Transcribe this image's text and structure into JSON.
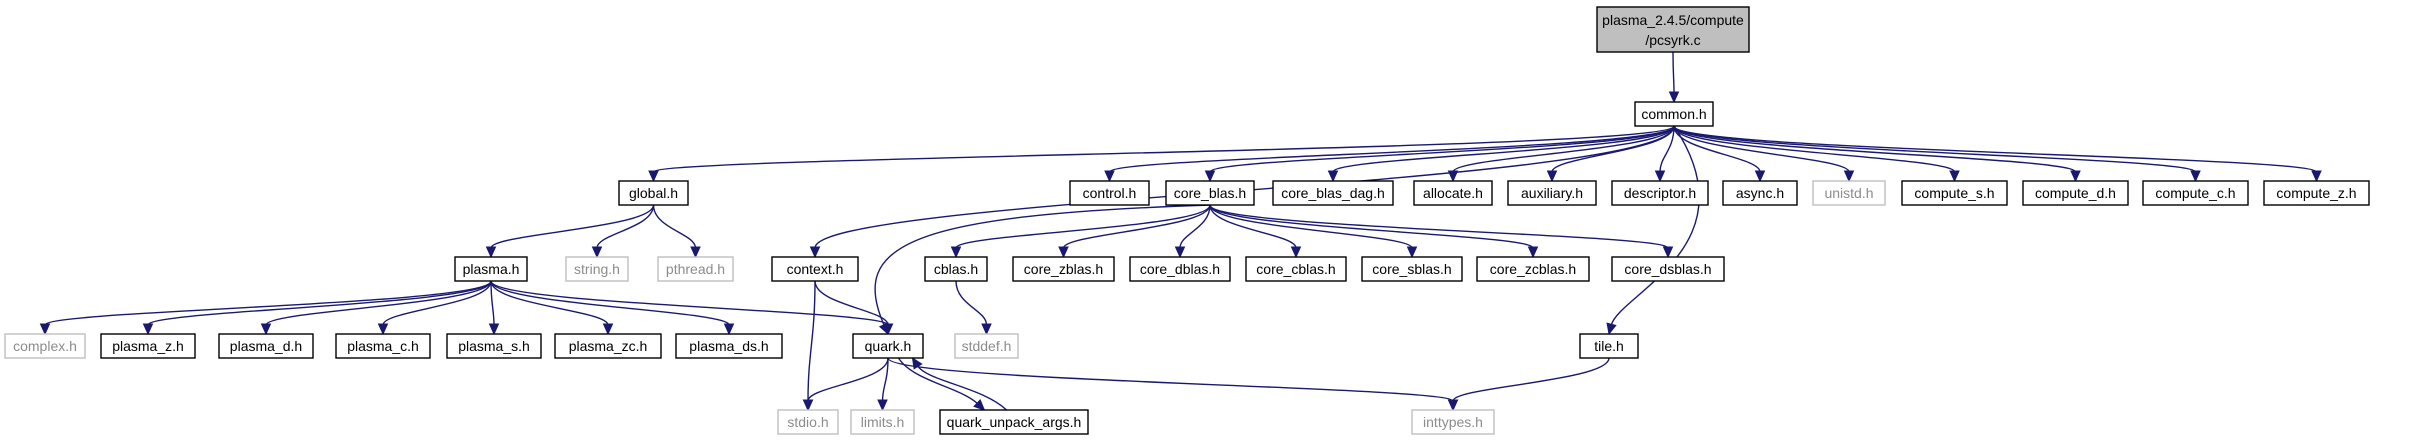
{
  "graph": {
    "root_label": [
      "plasma_2.4.5/compute",
      "/pcsyrk.c"
    ],
    "nodes": {
      "root": "plasma_2.4.5/compute/pcsyrk.c",
      "common": "common.h",
      "global": "global.h",
      "control": "control.h",
      "core_blas": "core_blas.h",
      "core_blas_dag": "core_blas_dag.h",
      "allocate": "allocate.h",
      "auxiliary": "auxiliary.h",
      "descriptor": "descriptor.h",
      "async": "async.h",
      "unistd": "unistd.h",
      "compute_s": "compute_s.h",
      "compute_d": "compute_d.h",
      "compute_c": "compute_c.h",
      "compute_z": "compute_z.h",
      "plasma": "plasma.h",
      "string": "string.h",
      "pthread": "pthread.h",
      "context": "context.h",
      "cblas": "cblas.h",
      "core_zblas": "core_zblas.h",
      "core_dblas": "core_dblas.h",
      "core_cblas": "core_cblas.h",
      "core_sblas": "core_sblas.h",
      "core_zcblas": "core_zcblas.h",
      "core_dsblas": "core_dsblas.h",
      "complex": "complex.h",
      "plasma_z": "plasma_z.h",
      "plasma_d": "plasma_d.h",
      "plasma_c": "plasma_c.h",
      "plasma_s": "plasma_s.h",
      "plasma_zc": "plasma_zc.h",
      "plasma_ds": "plasma_ds.h",
      "quark": "quark.h",
      "stddef": "stddef.h",
      "tile": "tile.h",
      "stdio": "stdio.h",
      "limits": "limits.h",
      "quark_unpack_args": "quark_unpack_args.h",
      "inttypes": "inttypes.h"
    },
    "system_headers": [
      "unistd",
      "string",
      "pthread",
      "stddef",
      "complex",
      "stdio",
      "limits",
      "inttypes"
    ],
    "edges": [
      [
        "root",
        "common"
      ],
      [
        "common",
        "global"
      ],
      [
        "common",
        "context"
      ],
      [
        "common",
        "control"
      ],
      [
        "common",
        "core_blas"
      ],
      [
        "common",
        "core_blas_dag"
      ],
      [
        "common",
        "allocate"
      ],
      [
        "common",
        "auxiliary"
      ],
      [
        "common",
        "descriptor"
      ],
      [
        "common",
        "tile"
      ],
      [
        "common",
        "async"
      ],
      [
        "common",
        "unistd"
      ],
      [
        "common",
        "compute_s"
      ],
      [
        "common",
        "compute_d"
      ],
      [
        "common",
        "compute_c"
      ],
      [
        "common",
        "compute_z"
      ],
      [
        "global",
        "plasma"
      ],
      [
        "global",
        "string"
      ],
      [
        "global",
        "pthread"
      ],
      [
        "plasma",
        "complex"
      ],
      [
        "plasma",
        "plasma_z"
      ],
      [
        "plasma",
        "plasma_d"
      ],
      [
        "plasma",
        "plasma_c"
      ],
      [
        "plasma",
        "plasma_s"
      ],
      [
        "plasma",
        "plasma_zc"
      ],
      [
        "plasma",
        "plasma_ds"
      ],
      [
        "plasma",
        "quark"
      ],
      [
        "core_blas",
        "quark"
      ],
      [
        "core_blas",
        "cblas"
      ],
      [
        "core_blas",
        "core_zblas"
      ],
      [
        "core_blas",
        "core_dblas"
      ],
      [
        "core_blas",
        "core_cblas"
      ],
      [
        "core_blas",
        "core_sblas"
      ],
      [
        "core_blas",
        "core_zcblas"
      ],
      [
        "core_blas",
        "core_dsblas"
      ],
      [
        "context",
        "quark"
      ],
      [
        "context",
        "stdio"
      ],
      [
        "cblas",
        "stddef"
      ],
      [
        "quark",
        "stdio"
      ],
      [
        "quark",
        "limits"
      ],
      [
        "quark",
        "quark_unpack_args"
      ],
      [
        "quark",
        "inttypes"
      ],
      [
        "quark_unpack_args",
        "quark"
      ],
      [
        "tile",
        "inttypes"
      ]
    ],
    "colors": {
      "edge": "#191970",
      "root_fill": "#bfbfbf",
      "system_border": "#bfbfbf",
      "system_text": "#8c8c8c"
    }
  }
}
